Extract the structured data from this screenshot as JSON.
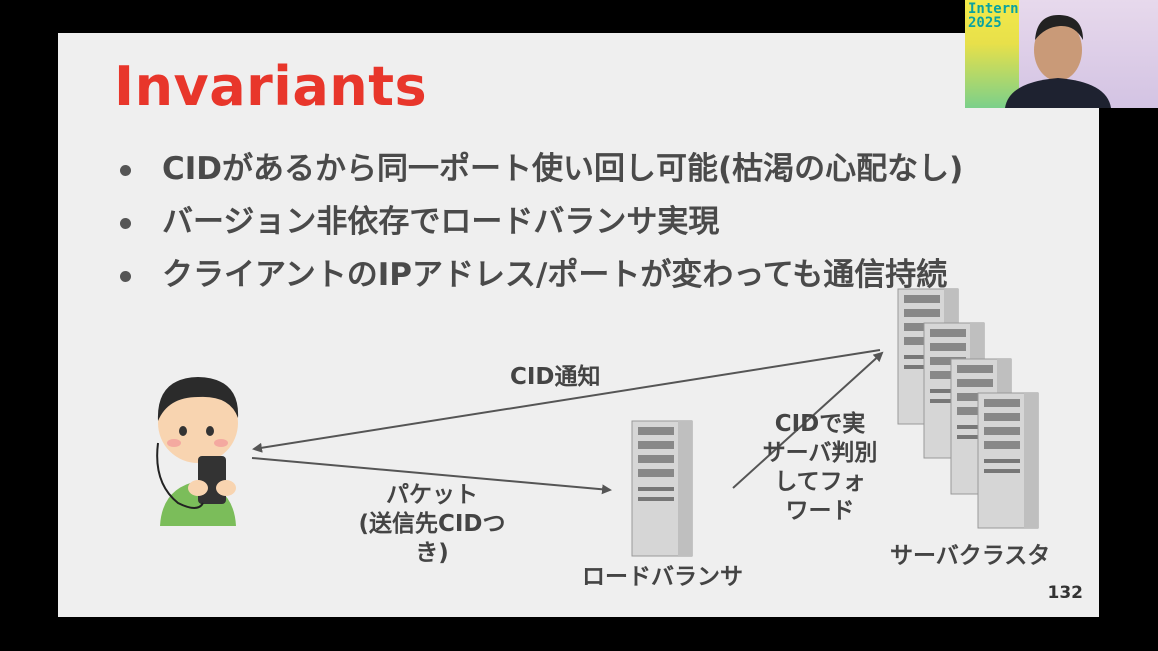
{
  "slide": {
    "title": "Invariants",
    "bullets": [
      "CIDがあるから同一ポート使い回し可能(枯渇の心配なし)",
      "バージョン非依存でロードバランサ実現",
      "クライアントのIPアドレス/ポートが変わっても通信持続"
    ],
    "diagram": {
      "cid_notify": "CID通知",
      "packet_line1": "パケット",
      "packet_line2": "(送信先CIDつき)",
      "forward_line1": "CIDで実",
      "forward_line2": "サーバ判別",
      "forward_line3": "してフォ",
      "forward_line4": "ワード",
      "load_balancer": "ロードバランサ",
      "server_cluster": "サーバクラスタ"
    },
    "page_number": "132"
  },
  "webcam": {
    "banner_text_1": "Internet W",
    "banner_text_2": "2025"
  },
  "colors": {
    "title": "#e8362b",
    "text": "#4a4a4a",
    "slide_bg": "#efefef",
    "frame_bg": "#000000"
  }
}
